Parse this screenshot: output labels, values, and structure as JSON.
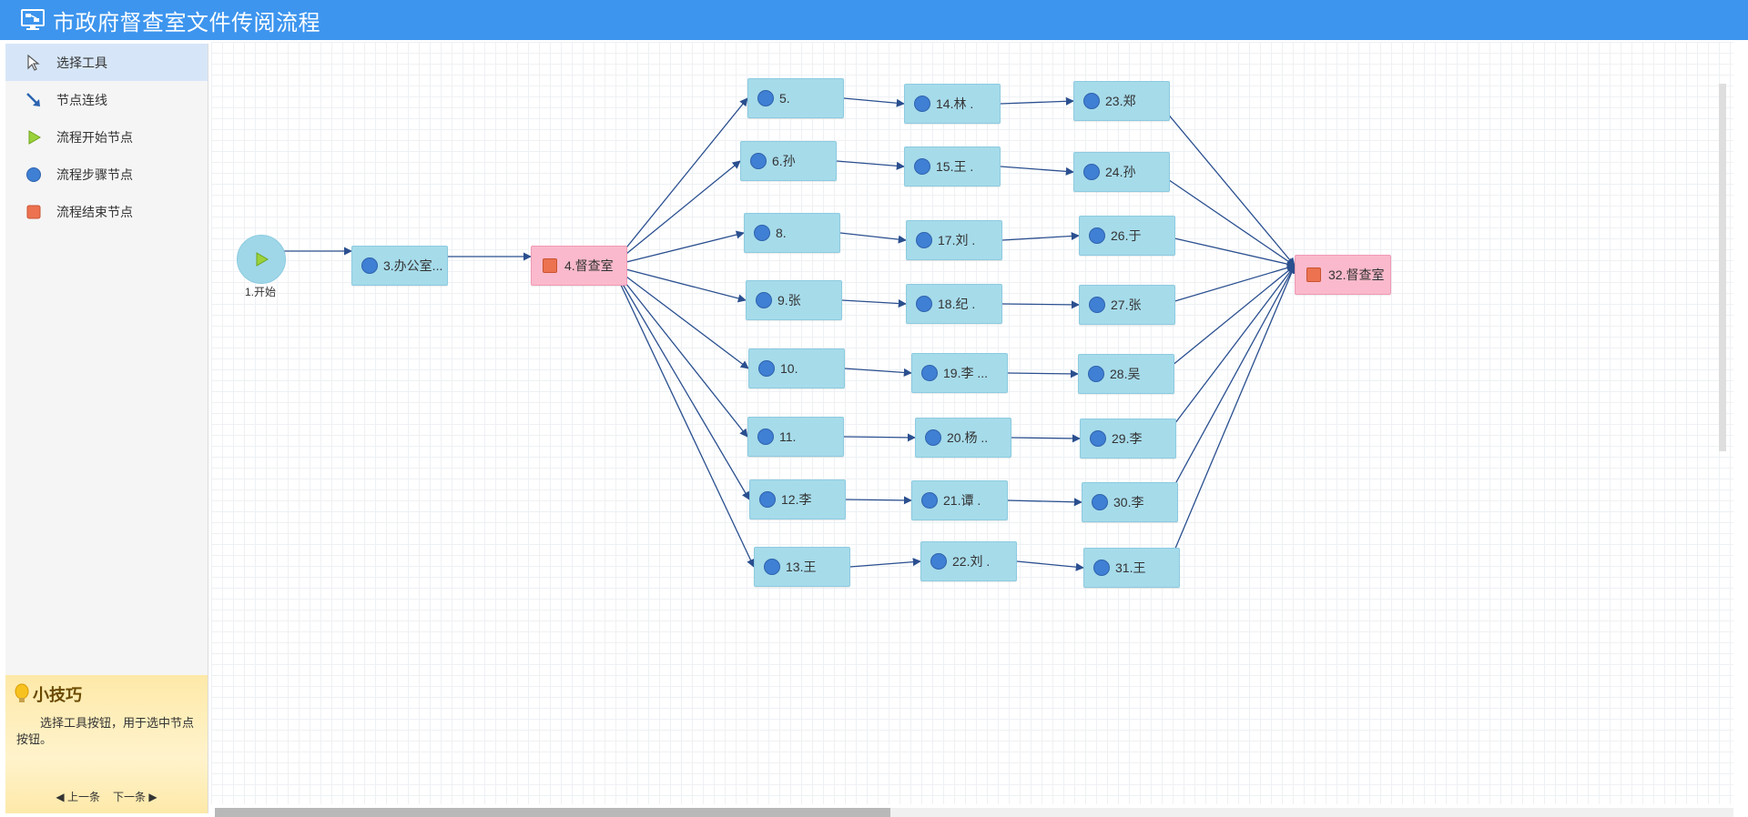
{
  "window": {
    "title": "市政府督查室文件传阅流程",
    "icon": "monitor-flow-icon"
  },
  "toolbox": {
    "items": [
      {
        "label": "选择工具",
        "icon": "cursor-arrow-icon"
      },
      {
        "label": "节点连线",
        "icon": "connect-arrow-icon"
      },
      {
        "label": "流程开始节点",
        "icon": "play-triangle-icon"
      },
      {
        "label": "流程步骤节点",
        "icon": "blue-circle-icon"
      },
      {
        "label": "流程结束节点",
        "icon": "orange-square-icon"
      }
    ]
  },
  "tips": {
    "title": "小技巧",
    "text": "选择工具按钮，用于选中节点按钮。",
    "prev": "◀ 上一条",
    "next": "下一条 ▶",
    "icon": "lightbulb-icon"
  },
  "flow": {
    "start": {
      "label": "1.开始"
    },
    "node3": {
      "label": "3.办公室..."
    },
    "node4": {
      "label": "4.督查室"
    },
    "node32": {
      "label": "32.督查室"
    },
    "column1": [
      "5.",
      "6.孙",
      "8.",
      "9.张",
      "10.",
      "11.",
      "12.李",
      "13.王"
    ],
    "column2": [
      "14.林 .",
      "15.王 .",
      "17.刘 .",
      "18.纪 .",
      "19.李 ...",
      "20.杨 ..",
      "21.谭 .",
      "22.刘 ."
    ],
    "column3": [
      "23.郑",
      "24.孙",
      "26.于",
      "27.张",
      "28.吴",
      "29.李",
      "30.李",
      "31.王"
    ]
  },
  "colors": {
    "titlebar": "#3d95ee",
    "step_node": "#a6dbea",
    "end_node": "#fab9cc",
    "edge": "#2a4f8f"
  }
}
